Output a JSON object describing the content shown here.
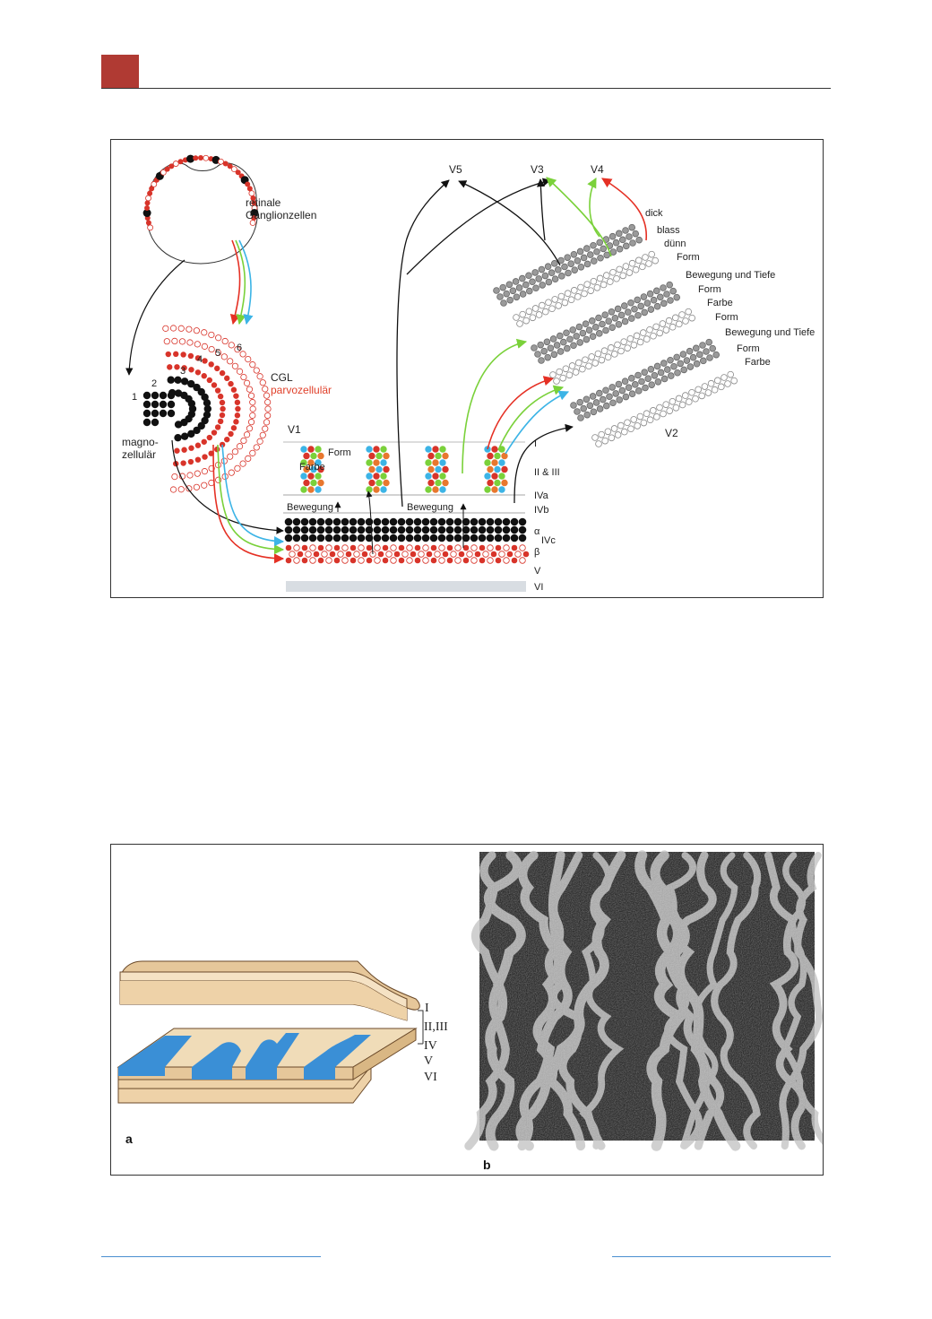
{
  "colors": {
    "accent_block": "#b03a33",
    "black_cell": "#111111",
    "red_cell": "#d8342a",
    "green": "#7ad13a",
    "blue": "#3cb4e6",
    "stripe_gray": "#9a9a9a",
    "blob_blue": "#3a8fd6",
    "slab_tan": "#eed2a8"
  },
  "fig1": {
    "retina_label": [
      "retinale",
      "Ganglionzellen"
    ],
    "cgl_label": "CGL",
    "parvo_label": "parvozellulär",
    "magno_label": [
      "magno-",
      "zellulär"
    ],
    "layer_numbers": [
      "1",
      "2",
      "3",
      "4",
      "5",
      "6"
    ],
    "v1_label": "V1",
    "form_label": "Form",
    "farbe_label": "Farbe",
    "bewegung_left": "Bewegung",
    "bewegung_mid": "Bewegung",
    "cortical_layers": [
      "I",
      "II & III",
      "IVa",
      "IVb",
      "α",
      "IVc",
      "β",
      "V",
      "VI"
    ],
    "targets": [
      "V5",
      "V3",
      "V4"
    ],
    "v2_label": "V2",
    "stripe_labels": [
      "dick",
      "blass",
      "dünn",
      "Form",
      "Bewegung und Tiefe",
      "Form",
      "Farbe",
      "Form",
      "Bewegung und Tiefe",
      "Form",
      "Farbe"
    ]
  },
  "fig2": {
    "layers": [
      "I",
      "II,III",
      "IV",
      "V",
      "VI"
    ],
    "panel_a": "a",
    "panel_b": "b"
  }
}
